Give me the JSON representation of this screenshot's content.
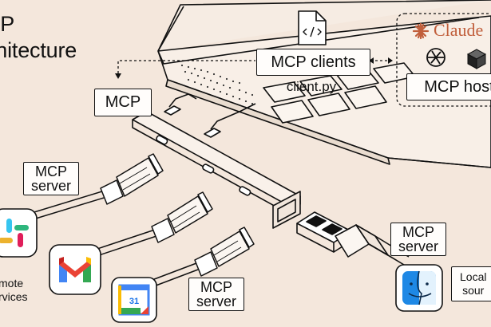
{
  "title": {
    "line1": "CP",
    "line2": "chitecture"
  },
  "labels": {
    "mcp_clients": "MCP clients",
    "client_file": "client.py",
    "mcp_host": "MCP host",
    "claude": "Claude",
    "mcp_hub": "MCP",
    "server_top": "MCP\nserver",
    "server_bottom": "MCP\nserver",
    "server_right": "MCP\nserver",
    "remote": "mote\nrvices",
    "local": "Local\nsour"
  },
  "icons": {
    "file": "code-file-icon",
    "claude": "claude-logo-icon",
    "openai": "openai-logo-icon",
    "cube": "cube-logo-icon",
    "slack": "slack-logo-icon",
    "gmail": "gmail-logo-icon",
    "calendar": "google-calendar-icon",
    "finder": "finder-icon"
  },
  "calendar_day": "31",
  "colors": {
    "background": "#f4e7dc",
    "claude": "#c15f3c",
    "gmail_red": "#ea4335",
    "calendar_blue": "#4285f4",
    "finder_blue": "#1e88e5"
  }
}
